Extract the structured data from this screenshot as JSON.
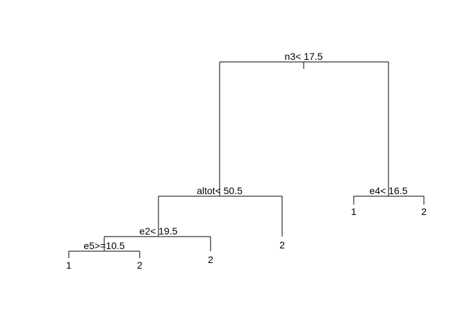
{
  "tree": {
    "root": {
      "split": "n3< 17.5"
    },
    "left": {
      "split": "altot< 50.5"
    },
    "right": {
      "split": "e4< 16.5",
      "leaf_left": "1",
      "leaf_right": "2"
    },
    "left_left": {
      "split": "e2< 19.5"
    },
    "left_right_leaf": "2",
    "left_left_left": {
      "split": "e5>=10.5",
      "leaf_left": "1",
      "leaf_right": "2"
    },
    "left_left_right_leaf": "2"
  }
}
